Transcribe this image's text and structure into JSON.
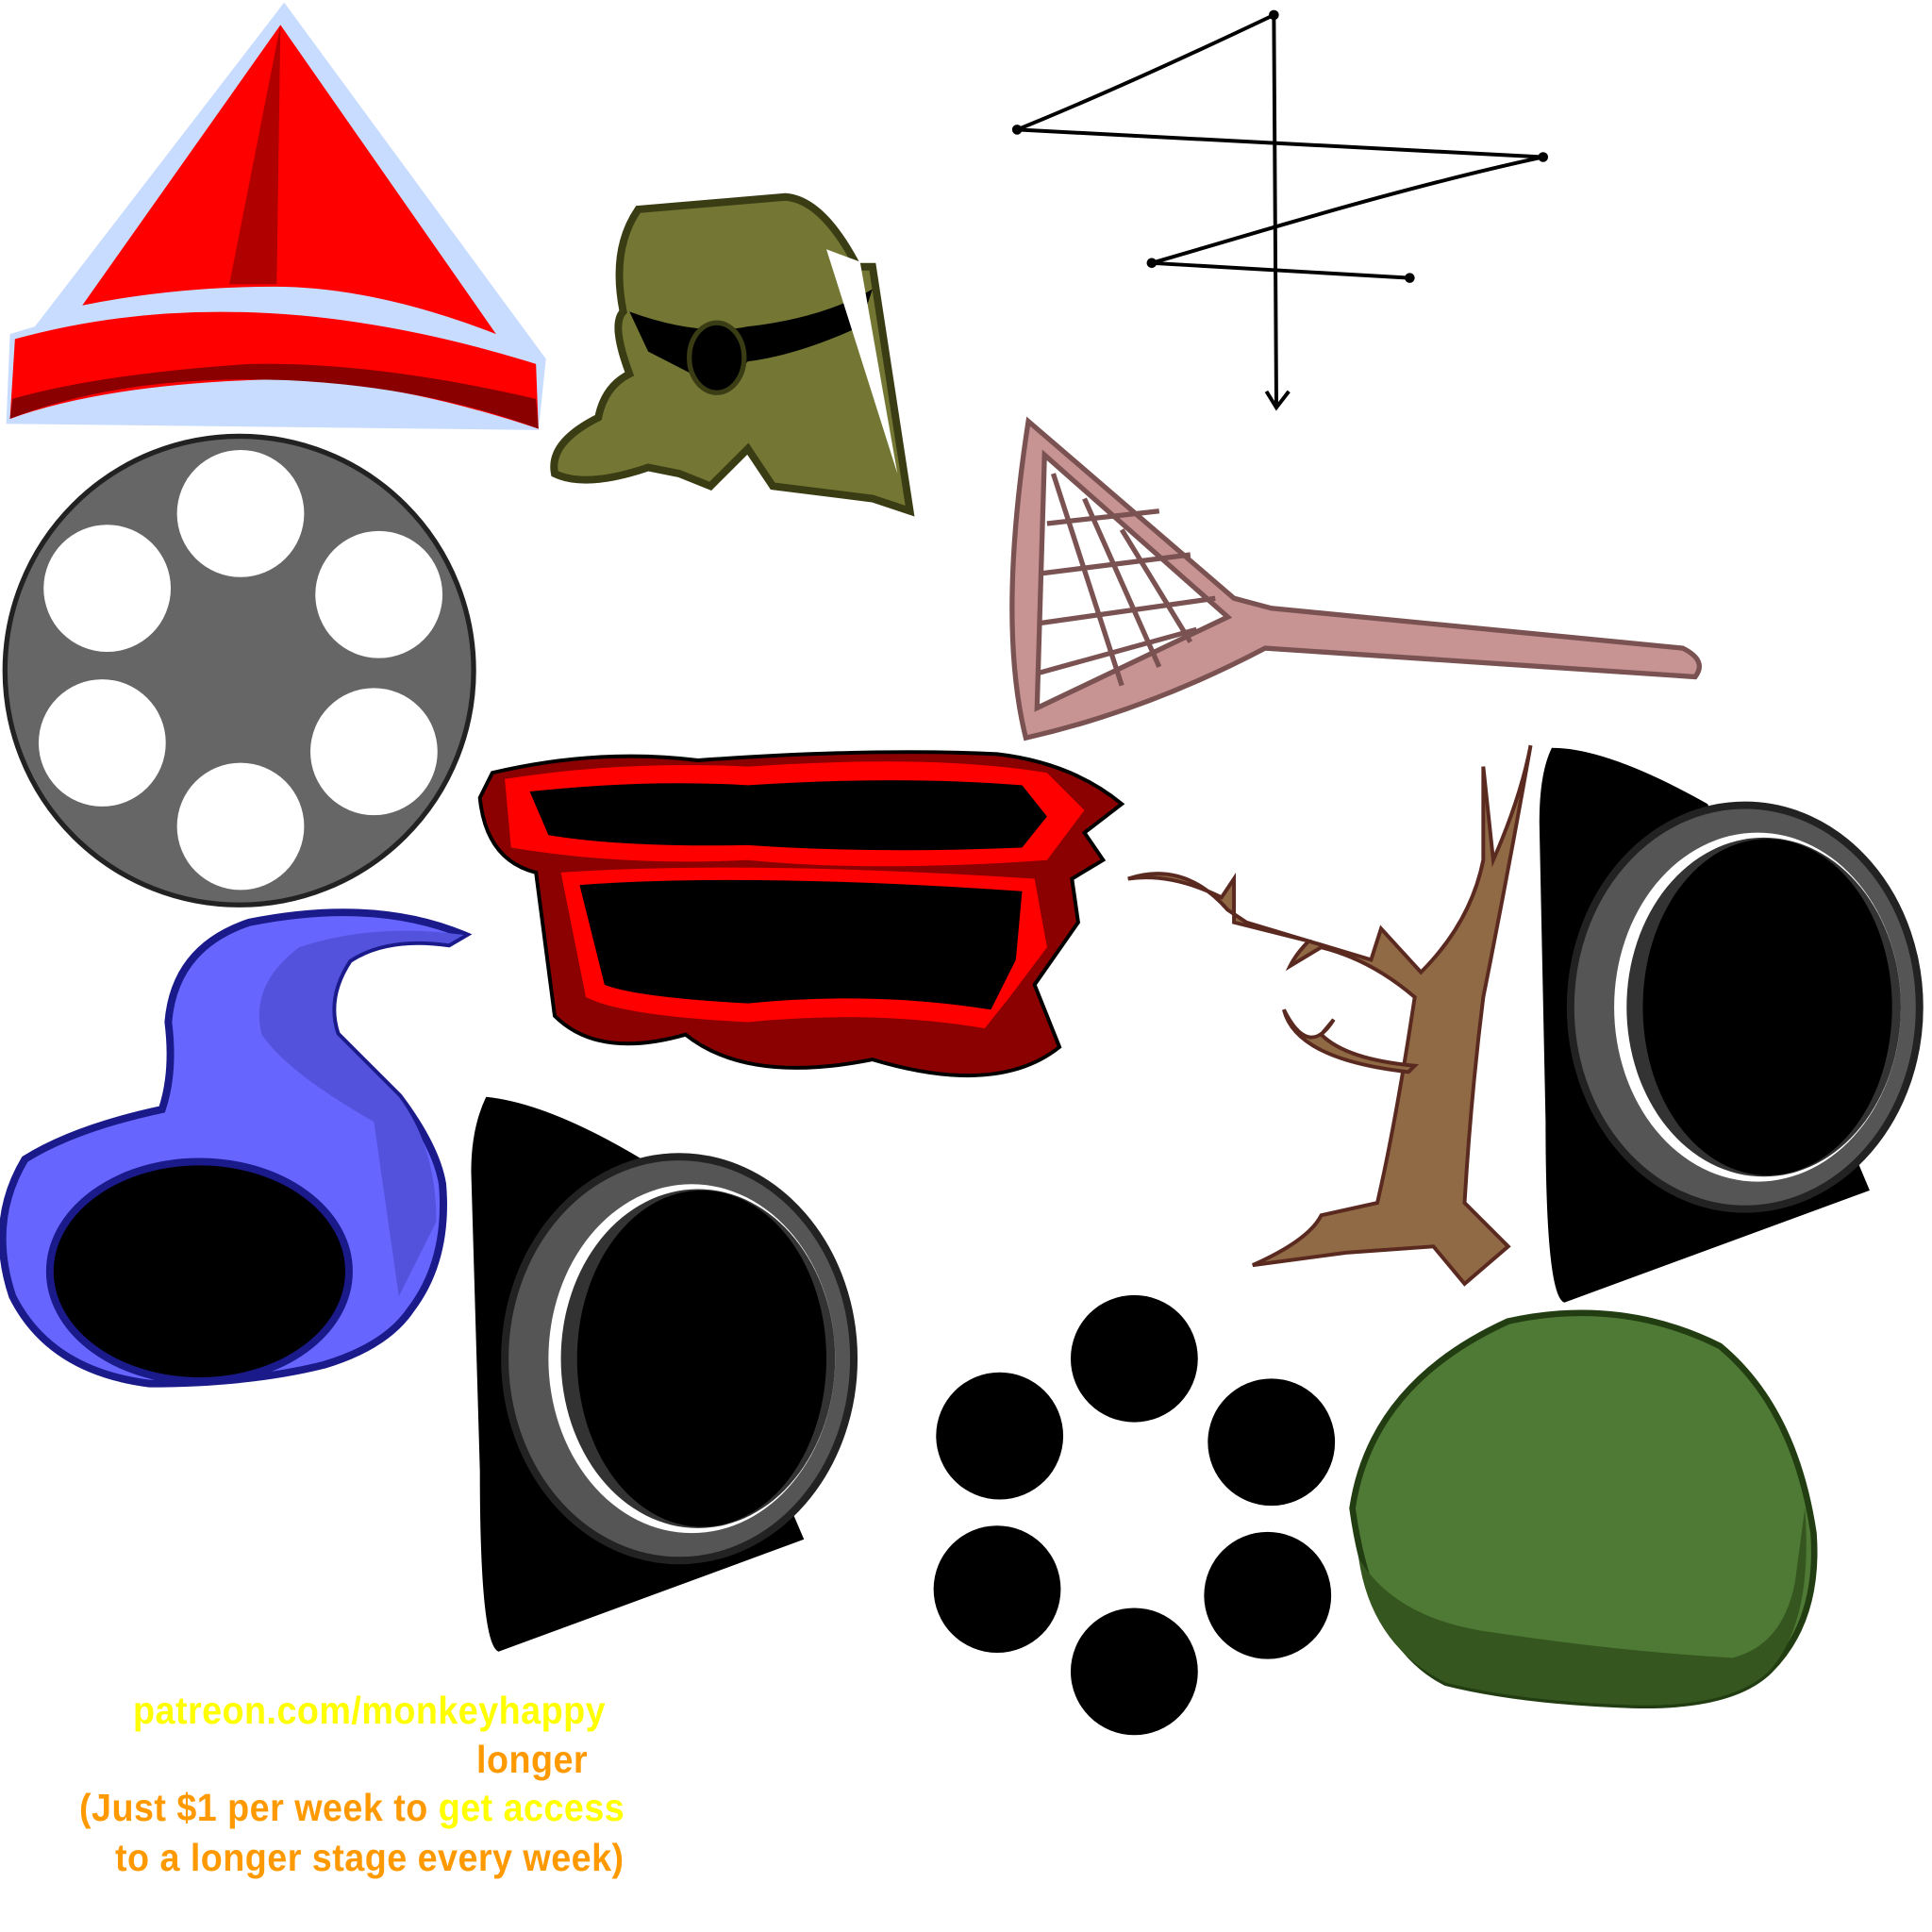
{
  "promo": {
    "link": "patreon.com/monkeyhappy",
    "longer": "longer",
    "line3_a": "(Just $1 per week to ",
    "line3_b": "get access",
    "line4": "to a longer stage every week)"
  },
  "colors": {
    "yellow": "#ffff00",
    "orange": "#ff9900",
    "hat_red": "#ff0000",
    "hood_blue": "#6666ff",
    "bush_green": "#4f7a35",
    "bandana_olive": "#737733",
    "net_pink": "#c89393",
    "tree_brown": "#8f6a45"
  }
}
